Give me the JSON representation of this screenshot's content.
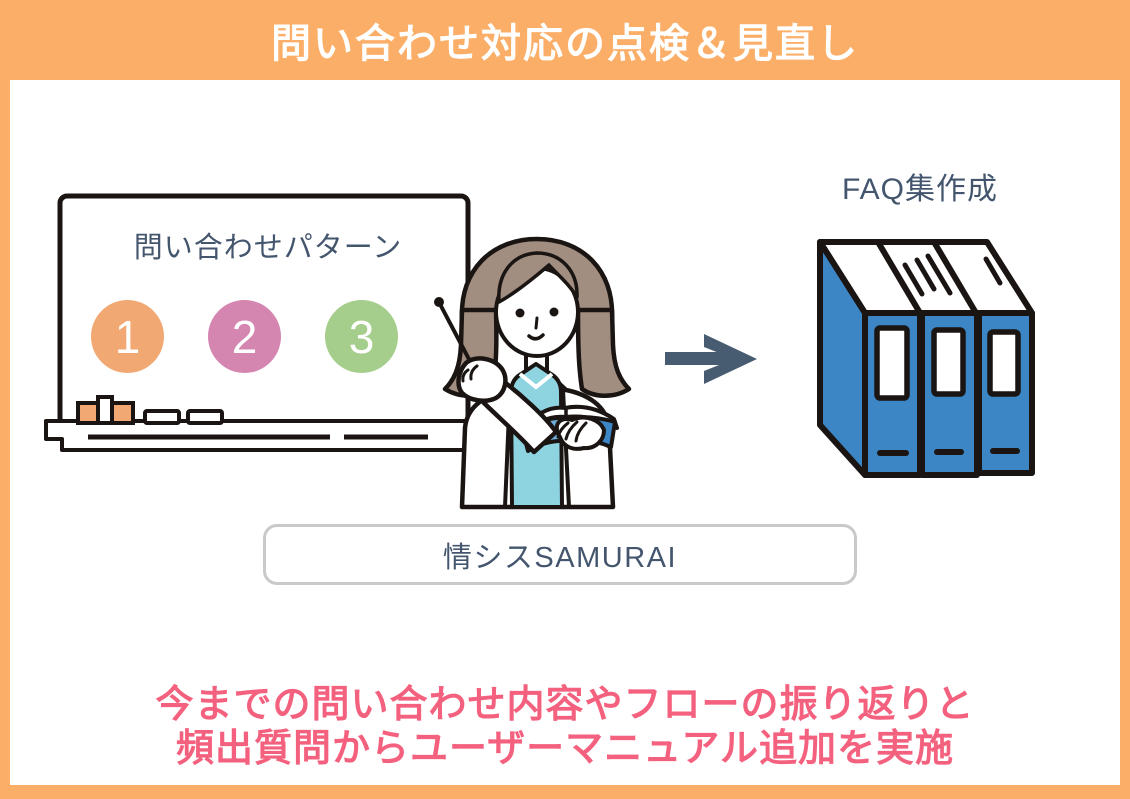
{
  "header": {
    "title": "問い合わせ対応の点検＆見直し",
    "background": "#FBAE67",
    "text_color": "#FFFFFF"
  },
  "whiteboard": {
    "title": "問い合わせパターン",
    "title_color": "#44566E",
    "steps": [
      {
        "number": "1",
        "color": "#F2A873"
      },
      {
        "number": "2",
        "color": "#D586B0"
      },
      {
        "number": "3",
        "color": "#A5CD8C"
      }
    ]
  },
  "faq": {
    "label": "FAQ集作成",
    "label_color": "#44566E",
    "binder_color": "#3C86C6"
  },
  "arrow": {
    "color": "#475B71"
  },
  "brand": {
    "label": "情シスSAMURAI",
    "text_color": "#44566E",
    "border_color": "#C9C9C9"
  },
  "caption": {
    "line1": "今までの問い合わせ内容やフローの振り返りと",
    "line2": "頻出質問からユーザーマニュアル追加を実施",
    "color": "#F4617E"
  },
  "illustrations": {
    "whiteboard": "whiteboard-with-inquiry-patterns",
    "teacher": "teacher-woman-with-pointer-and-open-book",
    "arrow": "right-arrow",
    "binders": "three-faq-binder-files"
  }
}
